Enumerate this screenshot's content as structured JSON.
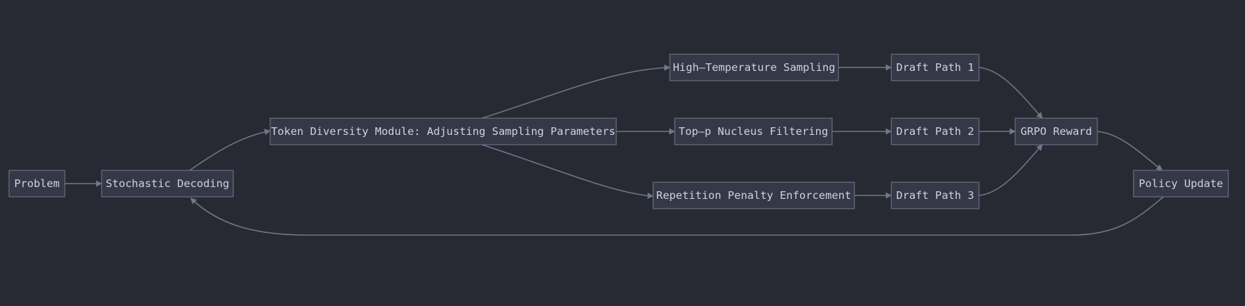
{
  "diagram": {
    "colors": {
      "background": "#282a33",
      "node_fill": "#353846",
      "node_border": "#6a6f80",
      "text": "#cfd3e0",
      "edge": "#70778a"
    },
    "nodes": {
      "problem": "Problem",
      "stochastic_decoding": "Stochastic Decoding",
      "token_diversity": "Token Diversity Module: Adjusting Sampling Parameters",
      "high_temp": "High–Temperature Sampling",
      "top_p": "Top–p Nucleus Filtering",
      "repetition": "Repetition Penalty Enforcement",
      "draft1": "Draft Path 1",
      "draft2": "Draft Path 2",
      "draft3": "Draft Path 3",
      "grpo": "GRPO Reward",
      "policy": "Policy Update"
    },
    "edges": [
      {
        "from": "problem",
        "to": "stochastic_decoding"
      },
      {
        "from": "stochastic_decoding",
        "to": "token_diversity"
      },
      {
        "from": "token_diversity",
        "to": "high_temp"
      },
      {
        "from": "token_diversity",
        "to": "top_p"
      },
      {
        "from": "token_diversity",
        "to": "repetition"
      },
      {
        "from": "high_temp",
        "to": "draft1"
      },
      {
        "from": "top_p",
        "to": "draft2"
      },
      {
        "from": "repetition",
        "to": "draft3"
      },
      {
        "from": "draft1",
        "to": "grpo"
      },
      {
        "from": "draft2",
        "to": "grpo"
      },
      {
        "from": "draft3",
        "to": "grpo"
      },
      {
        "from": "grpo",
        "to": "policy"
      },
      {
        "from": "policy",
        "to": "stochastic_decoding"
      }
    ]
  }
}
